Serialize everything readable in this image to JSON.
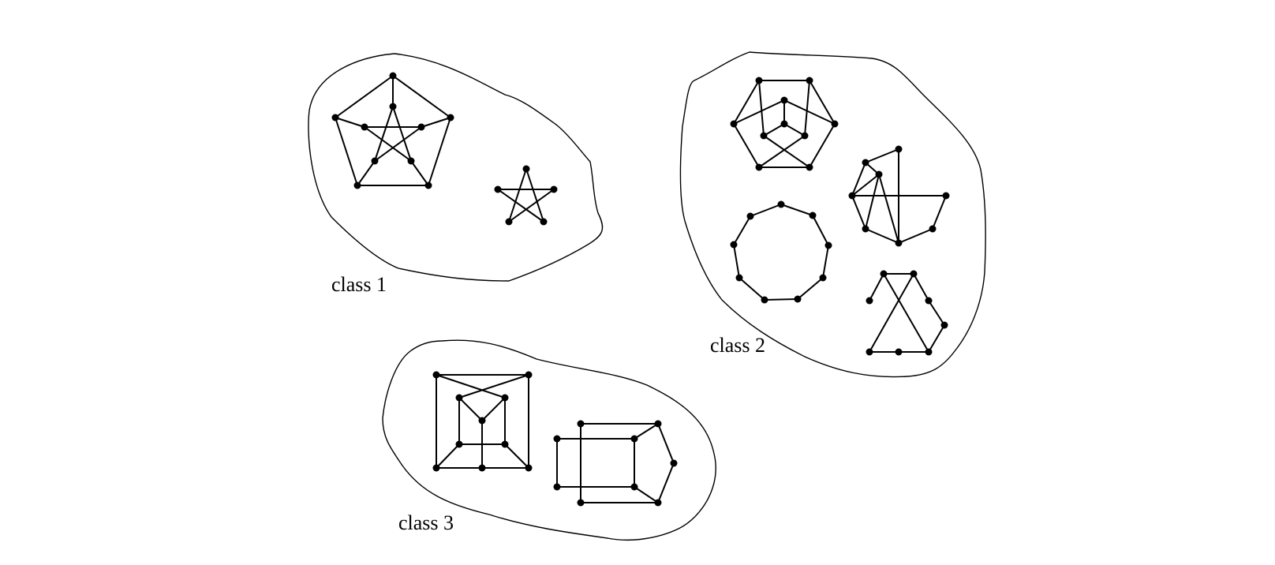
{
  "classes": [
    {
      "id": "class1",
      "label": "class 1"
    },
    {
      "id": "class2",
      "label": "class 2"
    },
    {
      "id": "class3",
      "label": "class 3"
    }
  ],
  "colors": {
    "background": "#ffffff",
    "ink": "#000000"
  }
}
